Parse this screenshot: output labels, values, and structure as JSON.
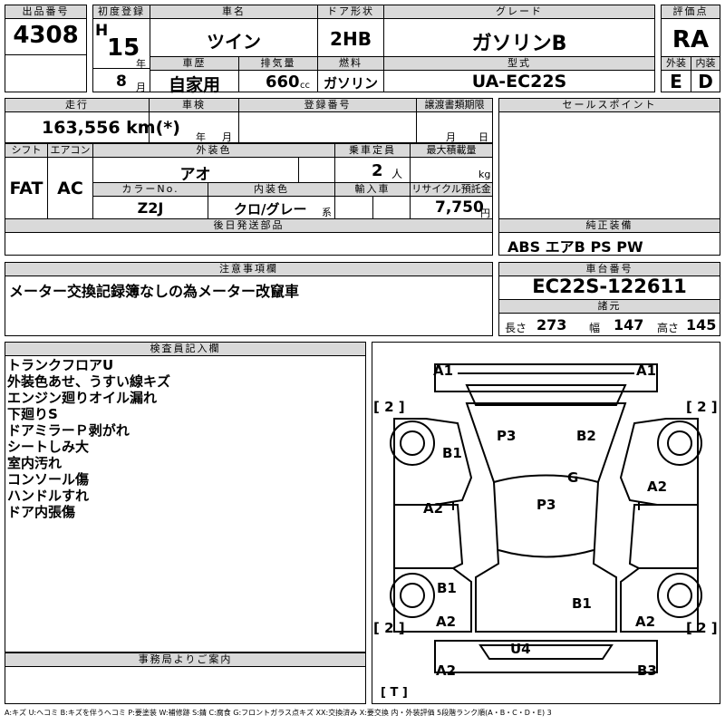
{
  "headers": {
    "lot_number": "出品番号",
    "first_reg": "初度登録",
    "car_name": "車名",
    "door": "ドア形状",
    "grade": "グレード",
    "score": "評価点",
    "history": "車歴",
    "displacement": "排気量",
    "fuel": "燃料",
    "model_code": "型式",
    "exterior": "外装",
    "interior": "内装",
    "mileage": "走行",
    "inspection": "車検",
    "registration": "登録番号",
    "transfer_deadline": "譲渡書類期限",
    "sales_points": "セールスポイント",
    "shift": "シフト",
    "aircon": "エアコン",
    "exterior_color": "外装色",
    "capacity": "乗車定員",
    "max_load": "最大積載量",
    "color_no": "カラーNo.",
    "interior_color": "内装色",
    "import": "輸入車",
    "recycle": "リサイクル預託金",
    "later_parts": "後日発送部品",
    "genuine_equipment": "純正装備",
    "caution": "注意事項欄",
    "chassis": "車台番号",
    "dimensions": "諸元",
    "inspector_notes": "検査員記入欄",
    "office_notice": "事務局よりご案内"
  },
  "values": {
    "lot_number": "4308",
    "era_mark": "H",
    "year": "15",
    "year_unit": "年",
    "month": "8",
    "month_unit": "月",
    "car_name": "ツイン",
    "door": "2HB",
    "grade": "ガソリンB",
    "score": "RA",
    "history": "自家用",
    "displacement": "660",
    "displacement_unit": "cc",
    "fuel": "ガソリン",
    "model_code": "UA-EC22S",
    "exterior_grade": "E",
    "interior_grade": "D",
    "mileage": "163,556 km(*)",
    "inspection_year_unit": "年",
    "inspection_month_unit": "月",
    "deadline_month_unit": "月",
    "deadline_day_unit": "日",
    "shift": "FAT",
    "aircon": "AC",
    "exterior_color": "アオ",
    "capacity": "2",
    "capacity_unit": "人",
    "max_load_unit": "kg",
    "color_no": "Z2J",
    "interior_color": "クロ/グレー",
    "interior_color_unit": "系",
    "recycle": "7,750",
    "recycle_unit": "円",
    "genuine_equipment": "ABS エアB PS PW",
    "caution": "メーター交換記録簿なしの為メーター改竄車",
    "chassis": "EC22S-122611",
    "length_label": "長さ",
    "length": "273",
    "width_label": "幅",
    "width": "147",
    "height_label": "高さ",
    "height": "145"
  },
  "inspector_notes": [
    "トランクフロアU",
    "外装色あせ、うすい線キズ",
    "エンジン廻りオイル漏れ",
    "下廻りS",
    "ドアミラーＰ剥がれ",
    "シートしみ大",
    "室内汚れ",
    "コンソール傷",
    "ハンドルすれ",
    "ドア内張傷"
  ],
  "damage_map": {
    "a1_left": "A1",
    "a1_right": "A1",
    "tire_fl": "[ 2 ]",
    "tire_fr": "[ 2 ]",
    "tire_rl": "[ 2 ]",
    "tire_rr": "[ 2 ]",
    "p3_top": "P3",
    "b2": "B2",
    "b1_left_front": "B1",
    "g": "G",
    "a2_right_mid": "A2",
    "a2_left_mid": "A2",
    "p3_center": "P3",
    "b1_left_rear": "B1",
    "b1_center_rear": "B1",
    "a2_left_rear": "A2",
    "a2_right_rear": "A2",
    "u4": "U4",
    "a2_bottom_left": "A2",
    "b3": "B3",
    "trunk_tire": "[ T ]"
  },
  "legend": "A:キズ U:ヘコミ B:キズを伴うヘコミ P:要塗装 W:補修跡 S:錆 C:腐食 G:フロントガラス点キズ XX:交換済み X:要交換 内・外装評価 5段階ランク順(A・B・C・D・E) 3"
}
